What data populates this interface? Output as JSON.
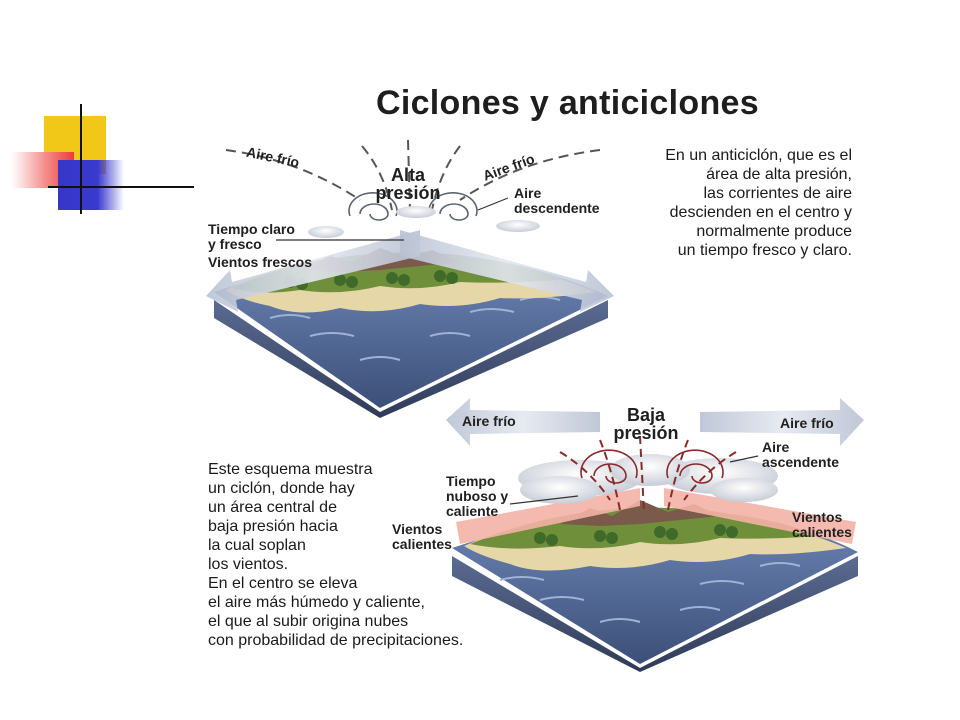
{
  "title": "Ciclones y anticiclones",
  "anticyclone": {
    "description": [
      "En un anticiclón, que es el",
      "área de alta presión,",
      "las corrientes de aire",
      "descienden en el centro y",
      "normalmente produce",
      "un tiempo fresco y claro."
    ],
    "labels": {
      "aire_frio_left": "Aire frío",
      "aire_frio_right": "Aire frío",
      "pressure_line1": "Alta",
      "pressure_line2": "presión",
      "aire_descendente_1": "Aire",
      "aire_descendente_2": "descendente",
      "tiempo_claro_1": "Tiempo claro",
      "tiempo_claro_2": "y fresco",
      "vientos_frescos": "Vientos frescos"
    }
  },
  "cyclone": {
    "description": [
      "Este esquema muestra",
      "un ciclón, donde hay",
      "un área central de",
      "baja presión hacia",
      "la cual soplan",
      "los vientos.",
      "En el centro se eleva",
      "el aire más húmedo y caliente,",
      "el que al subir origina nubes",
      "con probabilidad de precipitaciones."
    ],
    "labels": {
      "aire_frio_left": "Aire frío",
      "aire_frio_right": "Aire frío",
      "pressure_line1": "Baja",
      "pressure_line2": "presión",
      "aire_ascendente_1": "Aire",
      "aire_ascendente_2": "ascendente",
      "tiempo_nuboso_1": "Tiempo",
      "tiempo_nuboso_2": "nuboso y",
      "tiempo_nuboso_3": "caliente",
      "vientos_calientes_left_1": "Vientos",
      "vientos_calientes_left_2": "calientes",
      "vientos_calientes_right_1": "Vientos",
      "vientos_calientes_right_2": "calientes"
    }
  },
  "colors": {
    "accent_yellow": "#f2c818",
    "accent_red": "#ee3b3b",
    "accent_blue": "#3636c8",
    "ocean": "#4a5f8c",
    "land_green": "#6f8f3a",
    "sand": "#e6d7a8",
    "warm_arrow": "#f4b3a6",
    "cool_arrow": "#c9cfdc",
    "swirl": "#8a2b2b"
  }
}
